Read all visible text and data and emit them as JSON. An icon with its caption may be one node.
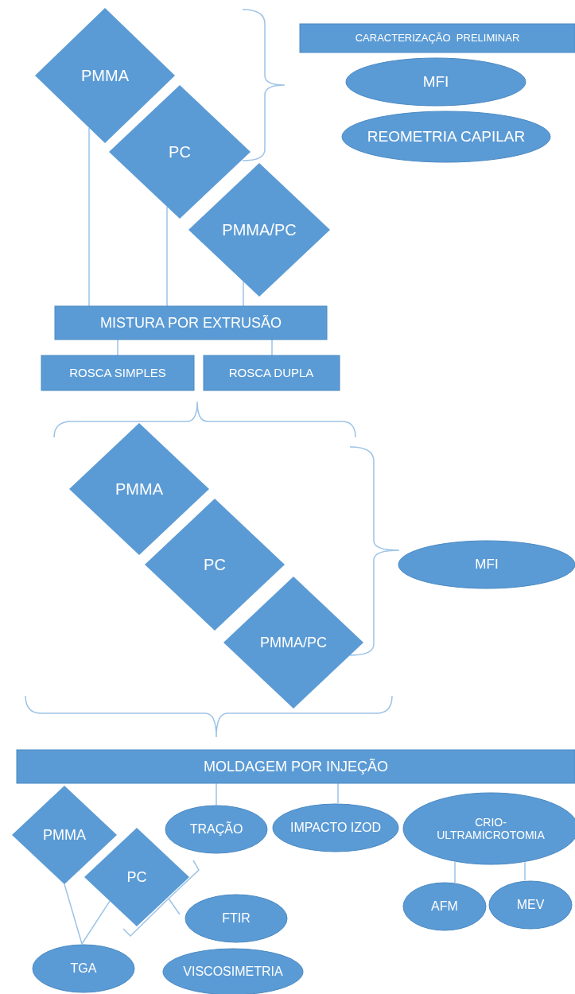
{
  "diagram": {
    "nodes": [
      {
        "text": [
          "PMMA"
        ]
      },
      {
        "text": [
          "PC"
        ]
      },
      {
        "text": [
          "PMMA/PC"
        ]
      },
      {
        "text": [
          "CARACTERIZAÇÃO  PRELIMINAR"
        ]
      },
      {
        "text": [
          "MFI"
        ]
      },
      {
        "text": [
          "REOMETRIA CAPILAR"
        ]
      },
      {
        "text": [
          "MISTURA POR EXTRUSÃO"
        ]
      },
      {
        "text": [
          "ROSCA SIMPLES"
        ]
      },
      {
        "text": [
          "ROSCA DUPLA"
        ]
      },
      {
        "text": [
          "PMMA"
        ]
      },
      {
        "text": [
          "PC"
        ]
      },
      {
        "text": [
          "PMMA/PC"
        ]
      },
      {
        "text": [
          "MFI"
        ]
      },
      {
        "text": [
          "MOLDAGEM POR INJEÇÃO"
        ]
      },
      {
        "text": [
          "PMMA"
        ]
      },
      {
        "text": [
          "PC"
        ]
      },
      {
        "text": [
          "TRAÇÃO"
        ]
      },
      {
        "text": [
          "IMPACTO IZOD"
        ]
      },
      {
        "text": [
          "CRIO-ULTRAMICROTOMIA"
        ]
      },
      {
        "text": [
          "AFM"
        ]
      },
      {
        "text": [
          "MEV"
        ]
      },
      {
        "text": [
          "FTIR"
        ]
      },
      {
        "text": [
          "TGA"
        ]
      },
      {
        "text": [
          "VISCOSIMETRIA"
        ]
      }
    ],
    "edges": [
      {
        "from": 0,
        "to": 6,
        "arrow": "none"
      },
      {
        "from": 1,
        "to": 6,
        "arrow": "none"
      },
      {
        "from": 2,
        "to": 6,
        "arrow": "none"
      },
      {
        "from": 6,
        "to": 7,
        "arrow": "none"
      },
      {
        "from": 6,
        "to": 8,
        "arrow": "none"
      },
      {
        "from": 13,
        "to": 16,
        "arrow": "none"
      },
      {
        "from": 13,
        "to": 17,
        "arrow": "none"
      },
      {
        "from": 18,
        "to": 19,
        "arrow": "none"
      },
      {
        "from": 18,
        "to": 20,
        "arrow": "none"
      },
      {
        "from": 14,
        "to": 22,
        "arrow": "none"
      },
      {
        "from": 15,
        "to": 22,
        "arrow": "none"
      }
    ]
  }
}
